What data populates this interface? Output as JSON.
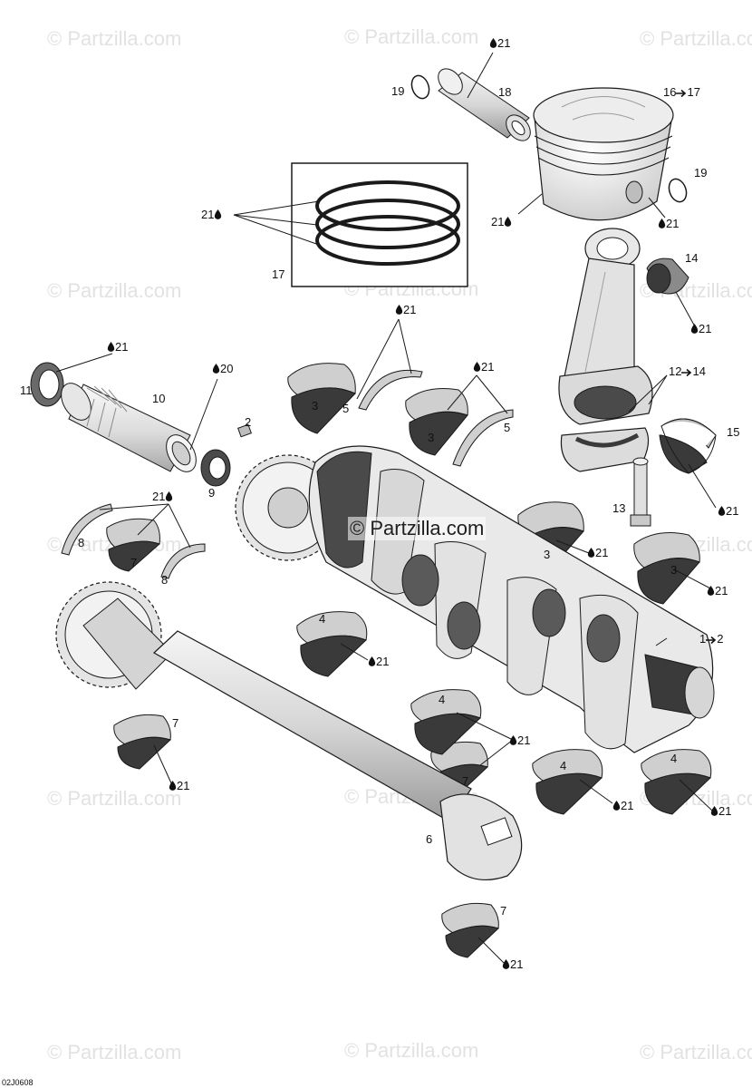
{
  "watermark": {
    "symbol": "©",
    "text": "Partzilla.com"
  },
  "diagram_ref": "02J0608",
  "colors": {
    "line": "#1a1a1a",
    "light_part": "#ededed",
    "mid_part": "#cfcfcf",
    "dark_part": "#4a4a4a",
    "bearing_dark": "#3a3a3a"
  },
  "icons": {
    "lubricant": "oil-drop-icon",
    "arrow": "arrow-right-icon"
  },
  "callouts": [
    {
      "id": "c21-pin",
      "text": "21",
      "oil": true,
      "oil_side": "before"
    },
    {
      "id": "c19-left",
      "text": "19",
      "oil": false
    },
    {
      "id": "c18",
      "text": "18",
      "oil": false
    },
    {
      "id": "c16-17",
      "text": "16",
      "arrow_to": "17",
      "oil": false
    },
    {
      "id": "c19-right",
      "text": "19",
      "oil": false
    },
    {
      "id": "c21-piston-left",
      "text": "21",
      "oil": true,
      "oil_side": "after"
    },
    {
      "id": "c21-piston-right",
      "text": "21",
      "oil": true,
      "oil_side": "before"
    },
    {
      "id": "c21-rings",
      "text": "21",
      "oil": true,
      "oil_side": "after"
    },
    {
      "id": "c17",
      "text": "17",
      "oil": false
    },
    {
      "id": "c14",
      "text": "14",
      "oil": false
    },
    {
      "id": "c21-rodbearing",
      "text": "21",
      "oil": true,
      "oil_side": "before"
    },
    {
      "id": "c21-thrust-top",
      "text": "21",
      "oil": true,
      "oil_side": "before"
    },
    {
      "id": "c21-seal",
      "text": "21",
      "oil": true,
      "oil_side": "before"
    },
    {
      "id": "c20",
      "text": "20",
      "oil": true,
      "oil_side": "before"
    },
    {
      "id": "c10",
      "text": "10",
      "oil": false
    },
    {
      "id": "c11",
      "text": "11",
      "oil": false
    },
    {
      "id": "c3-a",
      "text": "3",
      "oil": false
    },
    {
      "id": "c5-a",
      "text": "5",
      "oil": false
    },
    {
      "id": "c21-thrust-mid",
      "text": "21",
      "oil": true,
      "oil_side": "before"
    },
    {
      "id": "c12-14",
      "text": "12",
      "arrow_to": "14",
      "oil": false
    },
    {
      "id": "c3-b",
      "text": "3",
      "oil": false
    },
    {
      "id": "c5-b",
      "text": "5",
      "oil": false
    },
    {
      "id": "c2",
      "text": "2",
      "oil": false
    },
    {
      "id": "c15",
      "text": "15",
      "oil": false
    },
    {
      "id": "c9",
      "text": "9",
      "oil": false
    },
    {
      "id": "c21-balancer",
      "text": "21",
      "oil": true,
      "oil_side": "after"
    },
    {
      "id": "c13",
      "text": "13",
      "oil": false
    },
    {
      "id": "c21-capbearing",
      "text": "21",
      "oil": true,
      "oil_side": "before"
    },
    {
      "id": "c8-a",
      "text": "8",
      "oil": false
    },
    {
      "id": "c7-a",
      "text": "7",
      "oil": false
    },
    {
      "id": "c8-b",
      "text": "8",
      "oil": false
    },
    {
      "id": "c3-c",
      "text": "3",
      "oil": false
    },
    {
      "id": "c21-main-c",
      "text": "21",
      "oil": true,
      "oil_side": "before"
    },
    {
      "id": "c3-d",
      "text": "3",
      "oil": false
    },
    {
      "id": "c21-main-d",
      "text": "21",
      "oil": true,
      "oil_side": "before"
    },
    {
      "id": "c4-a",
      "text": "4",
      "oil": false
    },
    {
      "id": "c21-lower-a",
      "text": "21",
      "oil": true,
      "oil_side": "before"
    },
    {
      "id": "c1-2",
      "text": "1",
      "arrow_to": "2",
      "oil": false
    },
    {
      "id": "c7-b",
      "text": "7",
      "oil": false
    },
    {
      "id": "c21-shaft-bearing",
      "text": "21",
      "oil": true,
      "oil_side": "before"
    },
    {
      "id": "c4-b",
      "text": "4",
      "oil": false
    },
    {
      "id": "c21-lower-b",
      "text": "21",
      "oil": true,
      "oil_side": "before"
    },
    {
      "id": "c7-c",
      "text": "7",
      "oil": false
    },
    {
      "id": "c4-c",
      "text": "4",
      "oil": false
    },
    {
      "id": "c4-d",
      "text": "4",
      "oil": false
    },
    {
      "id": "c21-lower-c",
      "text": "21",
      "oil": true,
      "oil_side": "before"
    },
    {
      "id": "c21-lower-d",
      "text": "21",
      "oil": true,
      "oil_side": "before"
    },
    {
      "id": "c6",
      "text": "6",
      "oil": false
    },
    {
      "id": "c7-d",
      "text": "7",
      "oil": false
    },
    {
      "id": "c21-bottom",
      "text": "21",
      "oil": true,
      "oil_side": "before"
    }
  ]
}
